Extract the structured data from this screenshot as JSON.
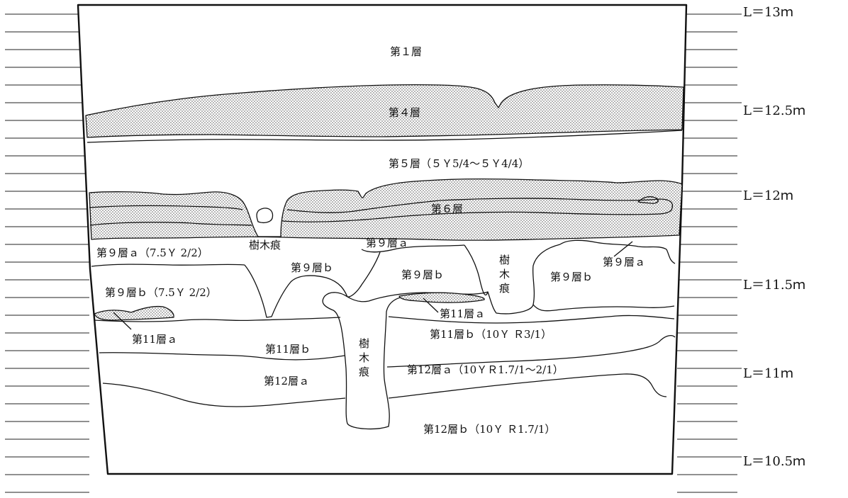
{
  "section": {
    "elevation_labels": [
      "L＝13ｍ",
      "L＝12.5ｍ",
      "L＝12ｍ",
      "L＝11.5ｍ",
      "L＝11ｍ",
      "L＝10.5ｍ"
    ],
    "layers": {
      "layer1": "第１層",
      "layer4": "第４層",
      "layer5": "第５層（５Ｙ5/4～５Ｙ4/4）",
      "layer6": "第６層",
      "layer9a_left": "第９層ａ（7.5Ｙ 2/2）",
      "layer9b_left": "第９層ｂ（7.5Ｙ 2/2）",
      "layer9a_center": "第９層ａ",
      "layer9b_small": "第９層ｂ",
      "layer9b_center": "第９層ｂ",
      "layer9b_right": "第９層ｂ",
      "layer9a_right": "第９層ａ",
      "layer11a_left": "第11層ａ",
      "layer11a_center": "第11層ａ",
      "layer11b_left": "第11層ｂ",
      "layer11b_right": "第11層ｂ（10Ｙ Ｒ3/1）",
      "layer12a_left": "第12層ａ",
      "layer12a_right": "第12層ａ（10ＹＲ1.7/1～2/1）",
      "layer12b": "第12層ｂ（10Ｙ Ｒ1.7/1）"
    },
    "tree_traces": {
      "trace_left": "樹木痕",
      "trace_right": [
        "樹",
        "木",
        "痕"
      ],
      "trace_bottom": [
        "樹",
        "木",
        "痕"
      ]
    }
  }
}
